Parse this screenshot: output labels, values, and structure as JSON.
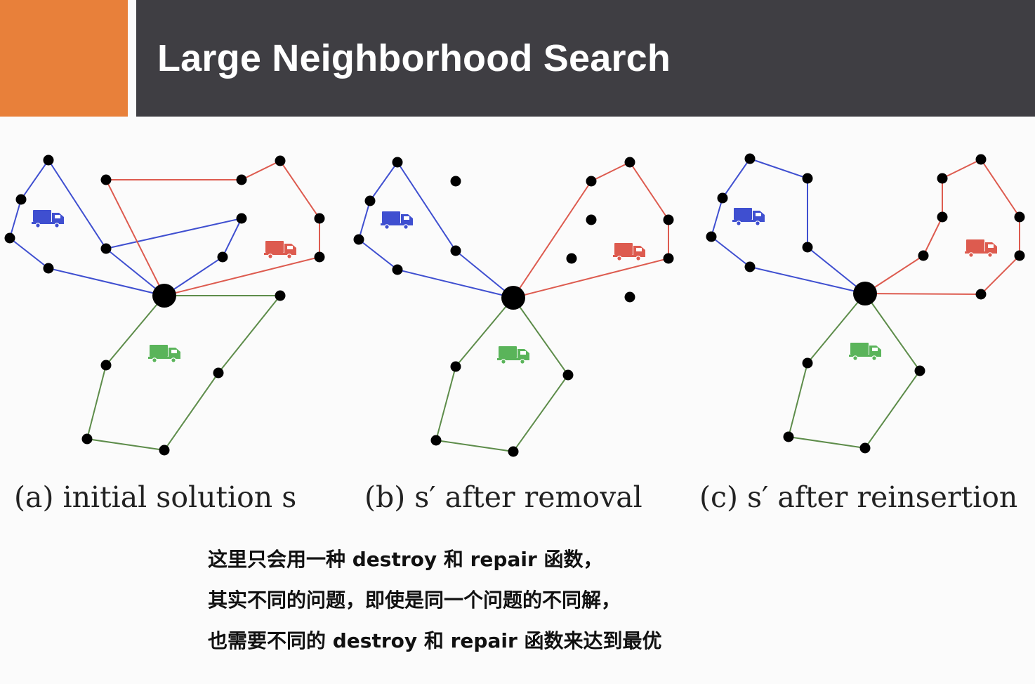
{
  "header": {
    "title": "Large Neighborhood Search",
    "accent_color": "#e8803a",
    "bar_color": "#3f3e43"
  },
  "colors": {
    "blue": "#3f4fd0",
    "red": "#dd5b4f",
    "green": "#5d8c4a",
    "node": "#000000"
  },
  "panels": [
    {
      "caption": "(a) initial solution s",
      "icons": [
        "blue-truck-icon",
        "red-truck-icon",
        "green-truck-icon"
      ]
    },
    {
      "caption": "(b) s′ after removal",
      "icons": [
        "blue-truck-icon",
        "red-truck-icon",
        "green-truck-icon"
      ]
    },
    {
      "caption": "(c) s′ after reinsertion",
      "icons": [
        "blue-truck-icon",
        "red-truck-icon",
        "green-truck-icon"
      ]
    }
  ],
  "notes": [
    "这里只会用一种 destroy 和 repair 函数，",
    "其实不同的问题，即使是同一个问题的不同解，",
    "也需要不同的 destroy 和 repair 函数来达到最优"
  ]
}
